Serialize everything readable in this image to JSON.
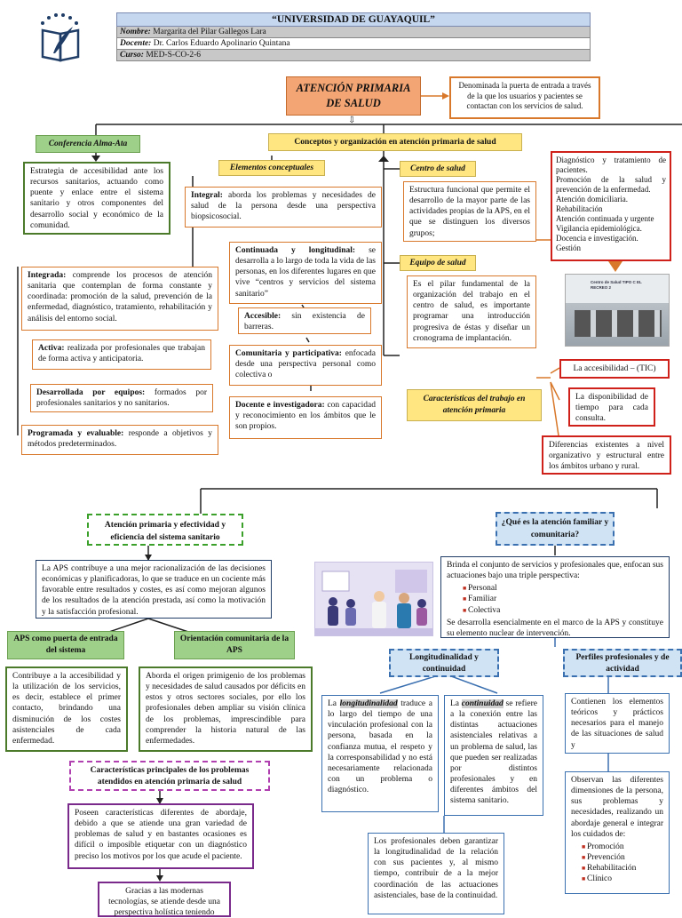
{
  "header": {
    "university": "“UNIVERSIDAD DE GUAYAQUIL”",
    "nombre_label": "Nombre:",
    "nombre_value": "Margarita del Pilar Gallegos Lara",
    "docente_label": "Docente:",
    "docente_value": "Dr. Carlos Eduardo Apolinario Quintana",
    "curso_label": "Curso:",
    "curso_value": "MED-S-CO-2-6"
  },
  "top": {
    "title": "ATENCIÓN PRIMARIA DE SALUD",
    "definition": "Denominada la puerta de entrada a través de la que los usuarios y pacientes se contactan con los servicios de salud.",
    "alma_ata": "Conferencia Alma-Ata",
    "alma_ata_text": "Estrategia de accesibilidad ante los recursos sanitarios, actuando como puente y enlace entre el sistema sanitario y otros componentes del desarrollo social y económico de la comunidad.",
    "conceptos": "Conceptos y organización en atención primaria de salud",
    "elementos": "Elementos conceptuales",
    "integral_term": "Integral:",
    "integral_text": " aborda los problemas y necesidades de salud de la persona desde una perspectiva biopsicosocial.",
    "continuada_term": "Continuada y longitudinal:",
    "continuada_text": " se desarrolla a lo largo de toda la vida de las personas, en los diferentes lugares en que vive “centros y servicios del sistema sanitario”",
    "accesible_term": "Accesible:",
    "accesible_text": " sin existencia de barreras.",
    "comunitaria_term": "Comunitaria y participativa:",
    "comunitaria_text": " enfocada desde una perspectiva personal como colectiva o",
    "docente_term": "Docente e investigadora:",
    "docente_text": " con capacidad y reconocimiento en los ámbitos que le son propios.",
    "integrada_term": "Integrada:",
    "integrada_text": " comprende los procesos de atención sanitaria que contemplan de forma constante y coordinada: promoción de la salud, prevención de la enfermedad, diagnóstico, tratamiento, rehabilitación y análisis del entorno social.",
    "activa_term": "Activa:",
    "activa_text": " realizada por profesionales que trabajan de forma activa y anticipatoria.",
    "desarrollada_term": "Desarrollada por equipos:",
    "desarrollada_text": " formados por profesionales sanitarios y no sanitarios.",
    "programada_term": "Programada y evaluable:",
    "programada_text": " responde a objetivos y métodos predeterminados.",
    "centro_salud": "Centro de salud",
    "centro_text": "Estructura funcional que permite el desarrollo de la mayor parte de las actividades propias de la APS, en el que se distinguen los diversos grupos;",
    "funciones": [
      "Diagnóstico y tratamiento de pacientes.",
      "Promoción de la salud y prevención de la enfermedad.",
      "Atención domiciliaria.",
      "Rehabilitación",
      "Atención continuada y urgente",
      "Vigilancia epidemiológica.",
      "Docencia e investigación.",
      "Gestión"
    ],
    "photo_sign": "Centro de Salud TIPO C EL RECREO 2",
    "equipo": "Equipo de salud",
    "equipo_text": "Es el pilar fundamental de la organización del trabajo en el centro de salud, es importante programar una introducción progresiva de éstas y diseñar un cronograma de implantación.",
    "caracteristicas": "Características del trabajo en atención primaria",
    "car1": "La accesibilidad – (TIC)",
    "car2": "La disponibilidad de tiempo para cada consulta.",
    "car3": "Diferencias existentes a nivel organizativo y estructural entre los ámbitos urbano y rural."
  },
  "bottom": {
    "efectividad": "Atención primaria y efectividad y eficiencia del sistema sanitario",
    "efectividad_text": "La APS contribuye a una mejor racionalización de las decisiones económicas y planificadoras, lo que se traduce en un cociente más favorable entre resultados y costes, es así como mejoran algunos de los resultados de la atención prestada, así como la motivación y la satisfacción profesional.",
    "puerta": "APS como puerta de entrada del sistema",
    "puerta_text": "Contribuye a la accesibilidad y la utilización de los servicios, es decir, establece el primer contacto, brindando una disminución de los costes asistenciales de cada enfermedad.",
    "orientacion": "Orientación comunitaria de la APS",
    "orientacion_text": "Aborda el origen primigenio de los problemas y necesidades de salud causados por déficits en estos y otros sectores sociales, por ello los profesionales deben ampliar su visión clínica de los problemas, imprescindible para comprender la historia natural de las enfermedades.",
    "problemas": "Características principales de los problemas atendidos en atención primaria de salud",
    "problemas_text": "Poseen características diferentes de abordaje, debido a que se atiende una gran variedad de problemas de salud y en bastantes ocasiones es difícil o imposible etiquetar con un diagnóstico preciso los motivos por los que acude el paciente.",
    "gracias_text": "Gracias a las modernas tecnologías, se atiende desde una perspectiva holística teniendo",
    "familiar": "¿Qué es la atención familiar y comunitaria?",
    "familiar_text": "Brinda el conjunto de servicios y profesionales que, enfocan sus actuaciones bajo una triple perspectiva:",
    "perspectivas": [
      "Personal",
      "Familiar",
      "Colectiva"
    ],
    "familiar_text2": "Se desarrolla esencialmente en el marco de la APS y constituye su elemento nuclear de intervención.",
    "longitudinalidad": "Longitudinalidad y continuidad",
    "perfiles": "Perfiles profesionales y de actividad",
    "long_a": "La ",
    "long_term": "longitudinalidad",
    "long_text": " traduce a lo largo del tiempo de una vinculación profesional con la persona, basada en la confianza mutua, el respeto y la corresponsabilidad y no está necesariamente relacionada con un problema o diagnóstico.",
    "cont_a": "La ",
    "cont_term": "continuidad",
    "cont_text": " se refiere a la conexión entre las distintas actuaciones asistenciales relativas a un problema de salud, las que pueden ser realizadas por distintos profesionales y en diferentes ámbitos del sistema sanitario.",
    "profesionales_text": "Los profesionales deben garantizar la longitudinalidad de la relación con sus pacientes y, al mismo tiempo, contribuir de a la mejor coordinación de las actuaciones asistenciales, base de la continuidad.",
    "perfiles_text1": "Contienen los elementos teóricos y prácticos necesarios para el manejo de las situaciones de salud y",
    "perfiles_text2": "Observan las diferentes dimensiones de la persona, sus problemas y necesidades, realizando un abordaje general e integrar los cuidados de:",
    "cuidados": [
      "Promoción",
      "Prevención",
      "Rehabilitación",
      "Clínico"
    ]
  },
  "colors": {
    "green": "#4b7a2a",
    "orange": "#d8782a",
    "red": "#d0201a",
    "blue": "#3a6fb0",
    "purple": "#7a2a8a",
    "light_green_fill": "#9fd08a",
    "yellow_fill": "#ffe680",
    "orange_fill": "#f4a574",
    "light_blue_fill": "#cfe3f5"
  }
}
